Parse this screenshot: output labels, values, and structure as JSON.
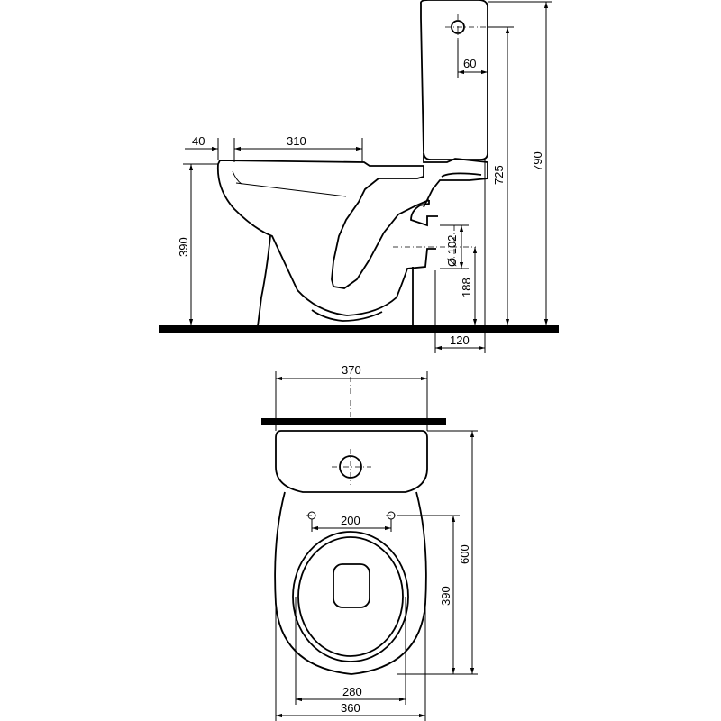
{
  "side_view": {
    "dim_rim_offset": "40",
    "dim_bowl_length": "310",
    "dim_rim_height": "390",
    "dim_outlet_diameter": "Ø 102",
    "dim_outlet_height": "188",
    "dim_outlet_to_wall": "120",
    "dim_inlet_offset": "60",
    "dim_tank_height": "725",
    "dim_total_height": "790"
  },
  "top_view": {
    "dim_tank_width": "370",
    "dim_fixing_holes": "200",
    "dim_total_depth": "600",
    "dim_bowl_depth": "390",
    "dim_seat_width": "280",
    "dim_bowl_width": "360"
  },
  "colors": {
    "line": "#000000",
    "background": "#ffffff"
  }
}
